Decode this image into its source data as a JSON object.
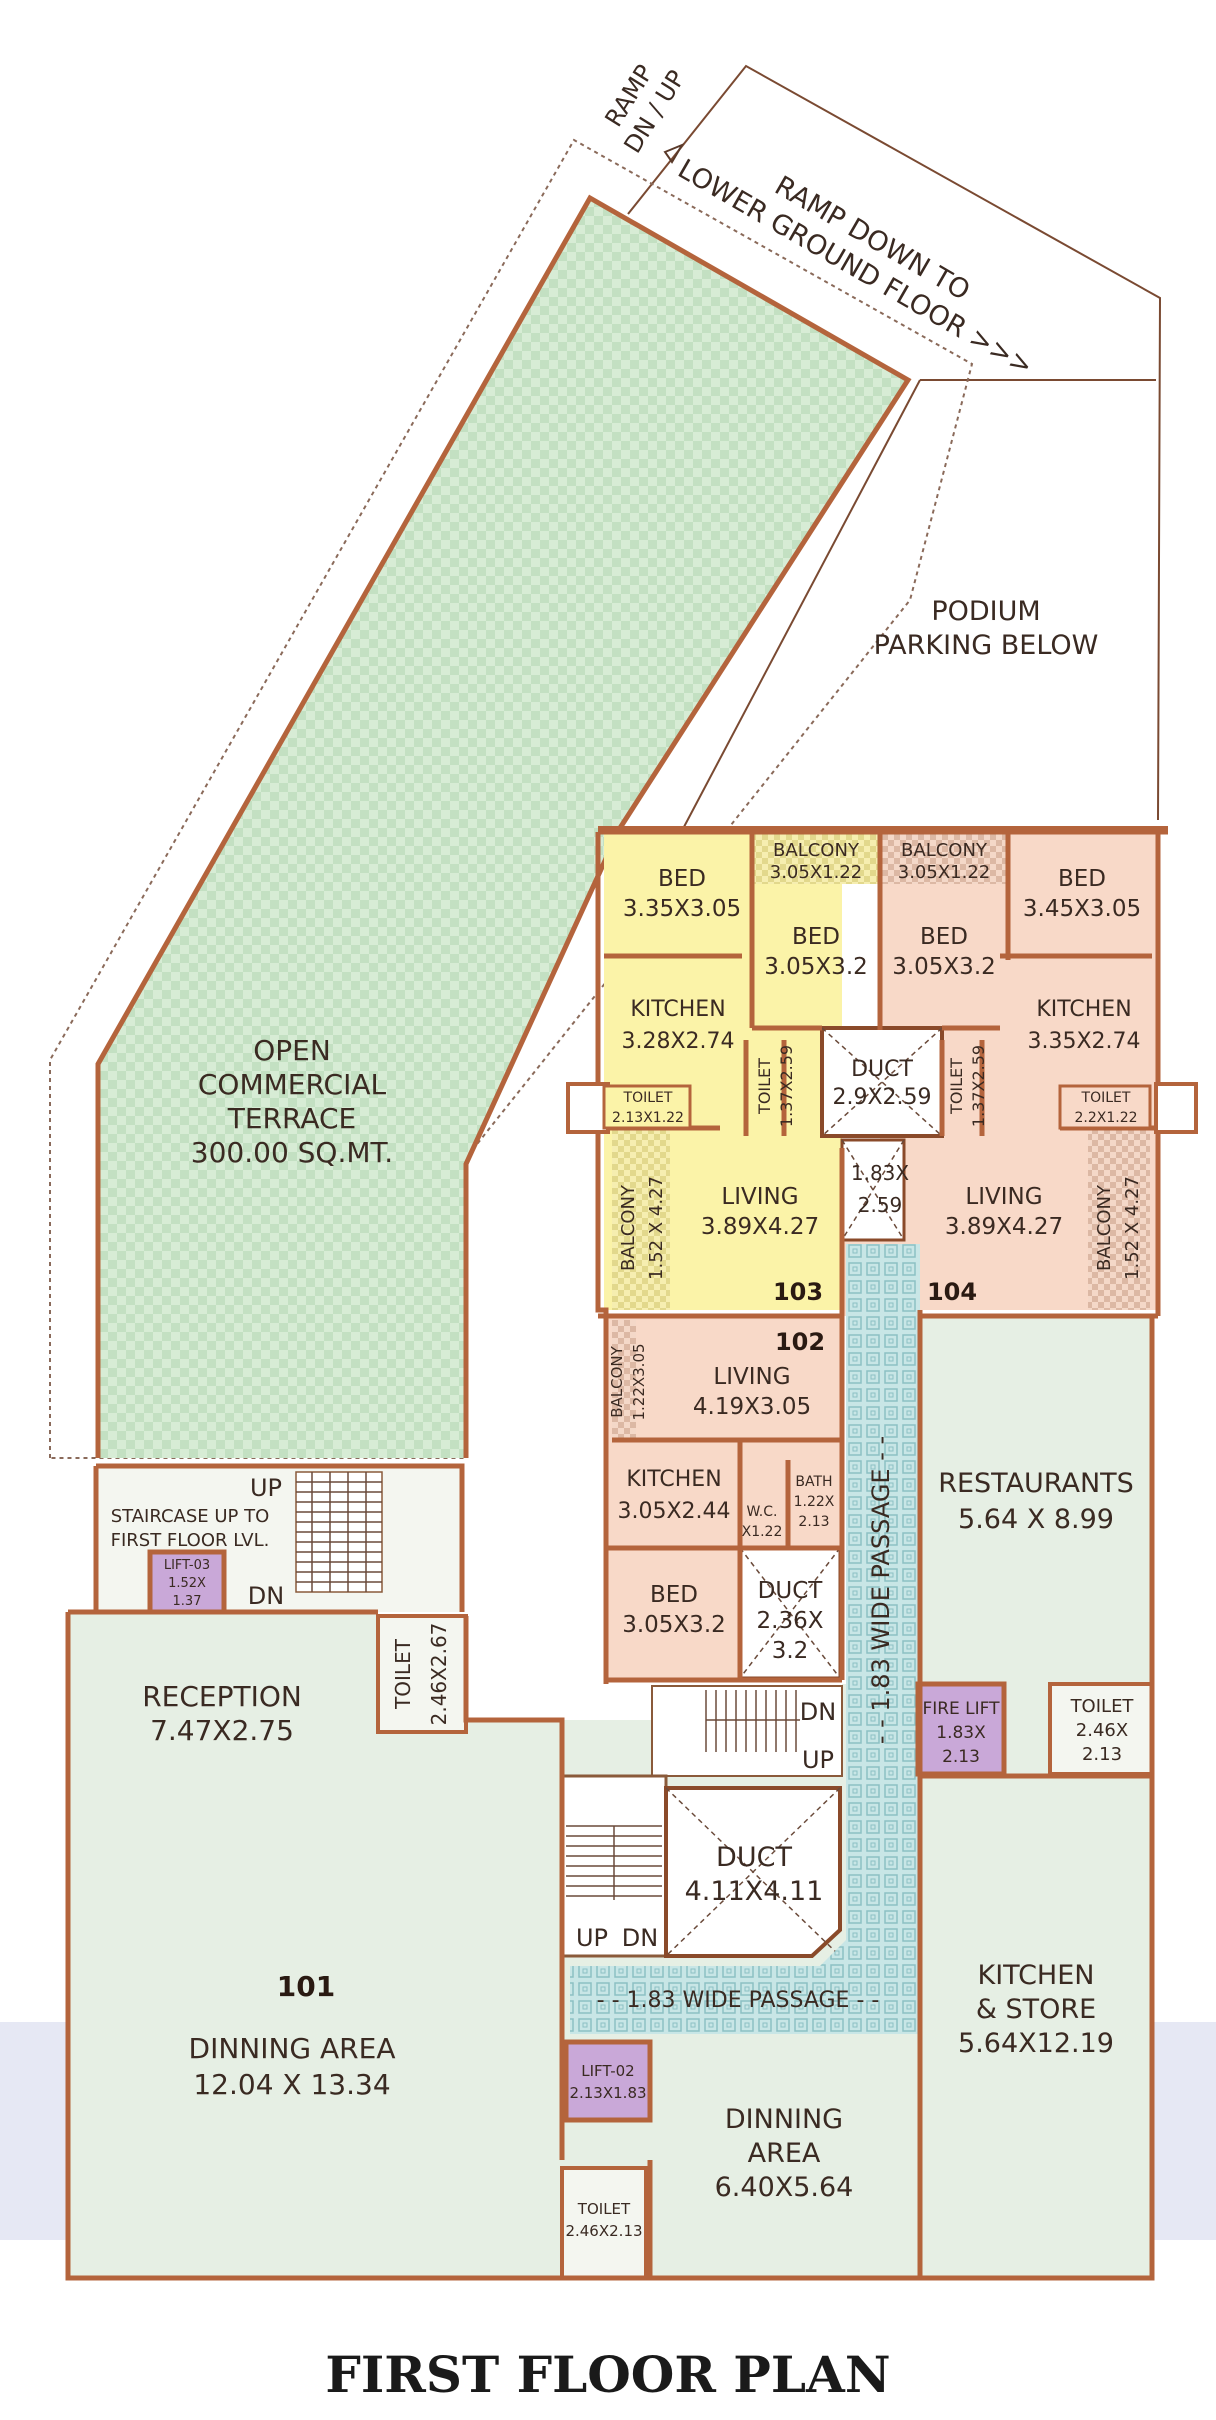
{
  "title": "FIRST FLOOR PLAN",
  "labels": {
    "ramp_dn_up_1": "RAMP",
    "ramp_dn_up_2": "DN / UP",
    "ramp_lower_1": "RAMP DOWN TO",
    "ramp_lower_2": "LOWER GROUND FLOOR >>>",
    "podium_1": "PODIUM",
    "podium_2": "PARKING BELOW",
    "terrace_1": "OPEN",
    "terrace_2": "COMMERCIAL",
    "terrace_3": "TERRACE",
    "terrace_4": "300.00 SQ.MT.",
    "stair_up": "UP",
    "stair_text_1": "STAIRCASE UP TO",
    "stair_text_2": "FIRST FLOOR LVL.",
    "stair_dn": "DN",
    "lift03_1": "LIFT-03",
    "lift03_2": "1.52X",
    "lift03_3": "1.37",
    "reception_1": "RECEPTION",
    "reception_2": "7.47X2.75",
    "toilet_rec_1": "TOILET",
    "toilet_rec_2": "2.46X2.67",
    "unit101": "101",
    "dinning1_1": "DINNING  AREA",
    "dinning1_2": "12.04 X 13.34",
    "lift02_1": "LIFT-02",
    "lift02_2": "2.13X1.83",
    "toilet_bot_1": "TOILET",
    "toilet_bot_2": "2.46X2.13",
    "dinning2_1": "DINNING",
    "dinning2_2": "AREA",
    "dinning2_3": "6.40X5.64",
    "passage_h": "- - 1.83 WIDE PASSAGE - -",
    "passage_v": "- - 1.83 WIDE PASSAGE - -",
    "kitchen_store_1": "KITCHEN",
    "kitchen_store_2": "& STORE",
    "kitchen_store_3": "5.64X12.19",
    "restaurants_1": "RESTAURANTS",
    "restaurants_2": "5.64 X 8.99",
    "firelift_1": "FIRE LIFT",
    "firelift_2": "1.83X",
    "firelift_3": "2.13",
    "toilet_rest_1": "TOILET",
    "toilet_rest_2": "2.46X",
    "toilet_rest_3": "2.13",
    "stair2_dn": "DN",
    "stair2_up": "UP",
    "stair3_up": "UP",
    "stair3_dn": "DN",
    "duct_big_1": "DUCT",
    "duct_big_2": "4.11X4.11",
    "bed102_1": "BED",
    "bed102_2": "3.05X3.2",
    "duct102_1": "DUCT",
    "duct102_2": "2.36X",
    "duct102_3": "3.2",
    "kitchen102_1": "KITCHEN",
    "kitchen102_2": "3.05X2.44",
    "wc102_1": "W.C.",
    "wc102_2": "X1.22",
    "bath102_1": "BATH",
    "bath102_2": "1.22X",
    "bath102_3": "2.13",
    "living102_1": "LIVING",
    "living102_2": "4.19X3.05",
    "balcony102_1": "BALCONY",
    "balcony102_2": "1.22X3.05",
    "unit102": "102",
    "unit103": "103",
    "unit104": "104",
    "bed103a_1": "BED",
    "bed103a_2": "3.35X3.05",
    "balcony103_1": "BALCONY",
    "balcony103_2": "3.05X1.22",
    "bed103b_1": "BED",
    "bed103b_2": "3.05X3.2",
    "kitchen103_1": "KITCHEN",
    "kitchen103_2": "3.28X2.74",
    "toilet103a_1": "TOILET",
    "toilet103a_2": "2.13X1.22",
    "toilet103b_1": "TOILET",
    "toilet103b_2": "1.37X2.59",
    "living103_1": "LIVING",
    "living103_2": "3.89X4.27",
    "balcony103v_1": "BALCONY",
    "balcony103v_2": "1.52 X 4.27",
    "duct_mid_1": "DUCT",
    "duct_mid_2": "2.9X2.59",
    "shaft_1": "1.83X",
    "shaft_2": "2.59",
    "balcony104_1": "BALCONY",
    "balcony104_2": "3.05X1.22",
    "bed104a_1": "BED",
    "bed104a_2": "3.45X3.05",
    "bed104b_1": "BED",
    "bed104b_2": "3.05X3.2",
    "kitchen104_1": "KITCHEN",
    "kitchen104_2": "3.35X2.74",
    "toilet104a_1": "TOILET",
    "toilet104a_2": "1.37X2.59",
    "toilet104b_1": "TOILET",
    "toilet104b_2": "2.2X1.22",
    "living104_1": "LIVING",
    "living104_2": "3.89X4.27",
    "balcony104v_1": "BALCONY",
    "balcony104v_2": "1.52 X 4.27"
  },
  "colors": {
    "terrace": "#cfe8cf",
    "commercial": "#e6efe4",
    "unit_yellow": "#fbf3a8",
    "unit_peach": "#f8d9c8",
    "passage": "#bfe0e0",
    "lift": "#c9a8d8",
    "wall": "#b4643c",
    "band": "#e6e8f4"
  }
}
